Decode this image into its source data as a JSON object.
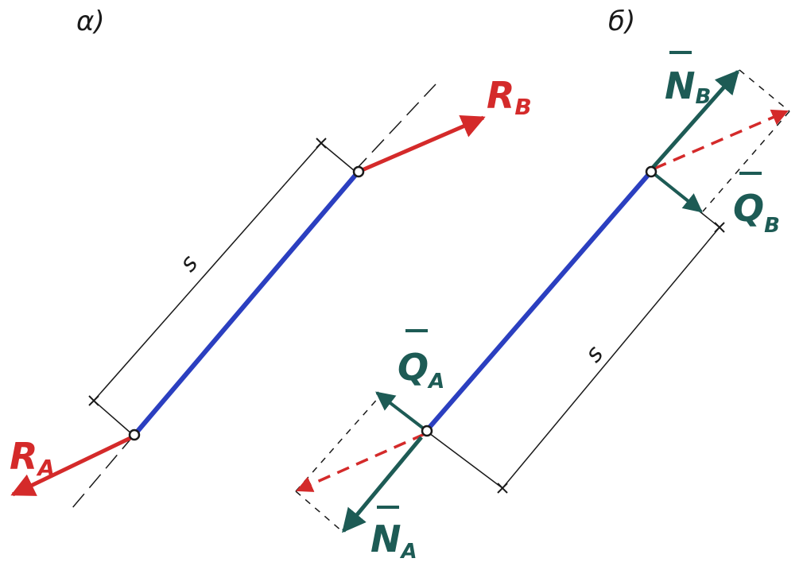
{
  "panel_a": {
    "label": "α)",
    "dimension_label": "s",
    "force_labels": {
      "rb": "R",
      "rb_sub": "B",
      "ra": "R",
      "ra_sub": "A"
    }
  },
  "panel_b": {
    "label": "б)",
    "dimension_label": "s",
    "force_labels": {
      "nb": "N",
      "nb_sub": "B",
      "qb": "Q",
      "qb_sub": "B",
      "qa": "Q",
      "qa_sub": "A",
      "na": "N",
      "na_sub": "A"
    }
  },
  "colors": {
    "rod": "#2b3fc0",
    "reaction": "#d42a2a",
    "component": "#1d5b55",
    "construction": "#1a1a1a"
  }
}
